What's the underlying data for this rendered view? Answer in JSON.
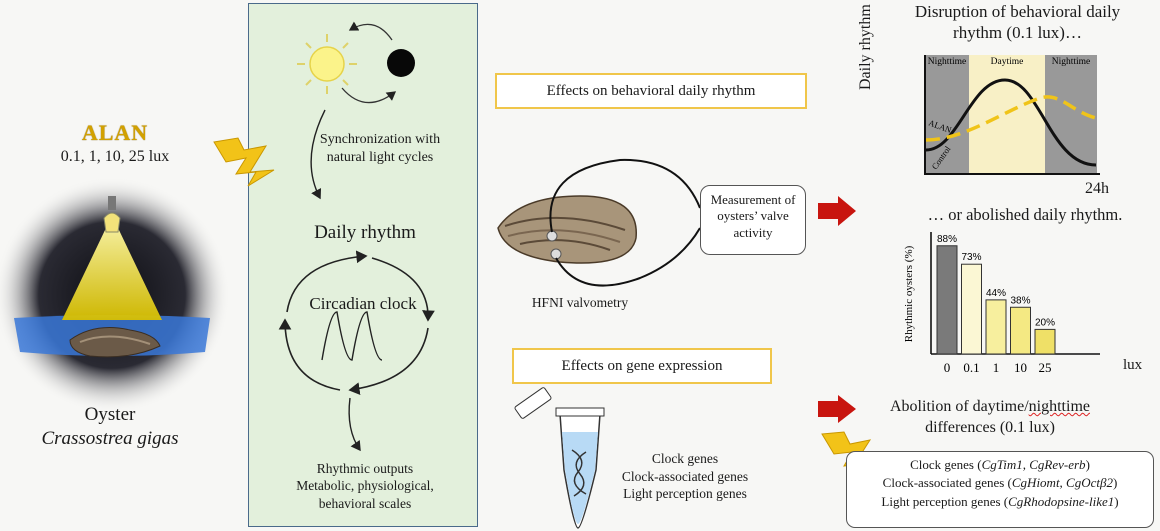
{
  "oyster": {
    "alan_title": "ALAN",
    "lux_levels": "0.1, 1, 10, 25 lux",
    "common_name": "Oyster",
    "species": "Crassostrea gigas"
  },
  "center": {
    "synchronization": "Synchronization with natural light cycles",
    "daily_rhythm": "Daily rhythm",
    "circadian_clock": "Circadian clock",
    "outputs_title": "Rhythmic outputs",
    "outputs_detail": "Metabolic, physiological, behavioral scales"
  },
  "behavior": {
    "heading": "Effects on behavioral daily rhythm",
    "measurement": "Measurement of oysters’ valve activity",
    "method": "HFNI valvometry",
    "disruption_title": "Disruption of behavioral daily rhythm (0.1 lux)…",
    "abolished_title": "… or abolished daily rhythm."
  },
  "gene": {
    "heading": "Effects on gene expression",
    "list": [
      "Clock genes",
      "Clock-associated genes",
      "Light perception genes"
    ],
    "abolition_line1": "Abolition of daytime/",
    "abolition_wavy": "nighttime",
    "abolition_line2": "differences (0.1 lux)",
    "results": [
      {
        "prefix": "Clock genes (",
        "genes": "CgTim1, CgRev-erb",
        "suffix": ")"
      },
      {
        "prefix": "Clock-associated genes (",
        "genes": "CgHiomt, CgOctβ2",
        "suffix": ")"
      },
      {
        "prefix": "Light perception genes (",
        "genes": "CgRhodopsine-like1",
        "suffix": ")"
      }
    ]
  },
  "chart_data": [
    {
      "type": "line",
      "title": "Disruption of behavioral daily rhythm (0.1 lux)…",
      "ylabel": "Daily rhythm",
      "xlabel": "24h",
      "phases": [
        "Nighttime",
        "Daytime",
        "Nighttime"
      ],
      "series": [
        {
          "name": "Control",
          "style": "solid",
          "color": "#111111"
        },
        {
          "name": "ALAN",
          "style": "dashed",
          "color": "#f0c419"
        }
      ]
    },
    {
      "type": "bar",
      "title": "… or abolished daily rhythm.",
      "ylabel": "Rhythmic oysters (%)",
      "xlabel": "lux",
      "categories": [
        "0",
        "0.1",
        "1",
        "10",
        "25"
      ],
      "values": [
        88,
        73,
        44,
        38,
        20
      ],
      "labels": [
        "88%",
        "73%",
        "44%",
        "38%",
        "20%"
      ],
      "colors": [
        "#7a7a7a",
        "#fbf7d4",
        "#f7ef9e",
        "#f4e983",
        "#efe067"
      ]
    }
  ]
}
